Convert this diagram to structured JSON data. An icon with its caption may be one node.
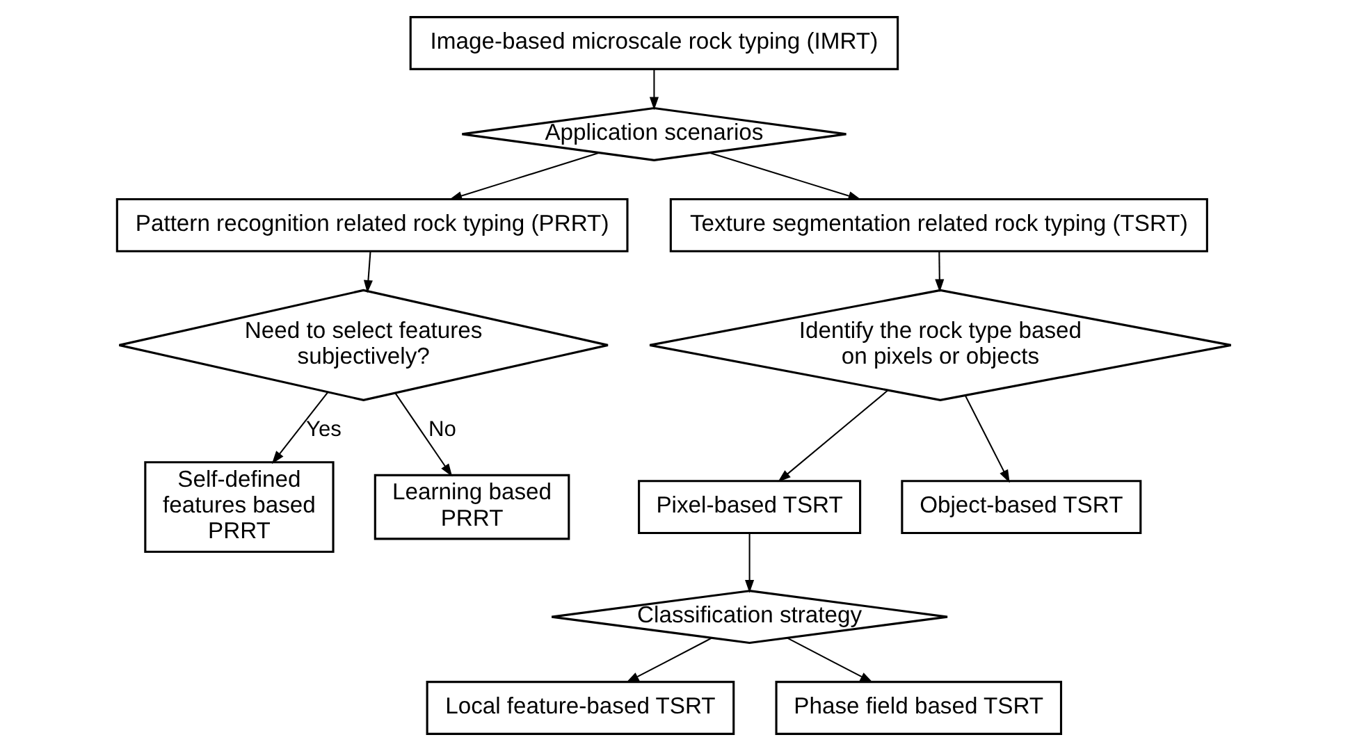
{
  "diagram": {
    "nodes": [
      {
        "text": [
          "Image-based microscale rock typing (IMRT)"
        ]
      },
      {
        "text": [
          "Application scenarios"
        ]
      },
      {
        "text": [
          "Pattern recognition related rock typing (PRRT)"
        ]
      },
      {
        "text": [
          "Texture segmentation related rock typing (TSRT)"
        ]
      },
      {
        "text": [
          "Need to select features subjectively?"
        ]
      },
      {
        "text": [
          "Self-defined features based PRRT"
        ]
      },
      {
        "text": [
          "Learning based PRRT"
        ]
      },
      {
        "text": [
          "Identify the rock type based on pixels or objects"
        ]
      },
      {
        "text": [
          "Pixel-based TSRT"
        ]
      },
      {
        "text": [
          "Object-based TSRT"
        ]
      },
      {
        "text": [
          "Classification strategy"
        ]
      },
      {
        "text": [
          "Local feature-based TSRT"
        ]
      },
      {
        "text": [
          "Phase field based TSRT"
        ]
      }
    ],
    "edges": [
      {
        "from": 0,
        "to": 1,
        "arrow": "to"
      },
      {
        "from": 1,
        "to": 2,
        "arrow": "to"
      },
      {
        "from": 1,
        "to": 3,
        "arrow": "to"
      },
      {
        "from": 2,
        "to": 4,
        "arrow": "to"
      },
      {
        "from": 3,
        "to": 7,
        "arrow": "to"
      },
      {
        "from": 4,
        "to": 5,
        "arrow": "to",
        "label": "Yes"
      },
      {
        "from": 4,
        "to": 6,
        "arrow": "to",
        "label": "No"
      },
      {
        "from": 7,
        "to": 8,
        "arrow": "to"
      },
      {
        "from": 7,
        "to": 9,
        "arrow": "to"
      },
      {
        "from": 8,
        "to": 10,
        "arrow": "to"
      },
      {
        "from": 10,
        "to": 11,
        "arrow": "to"
      },
      {
        "from": 10,
        "to": 12,
        "arrow": "to"
      }
    ]
  }
}
